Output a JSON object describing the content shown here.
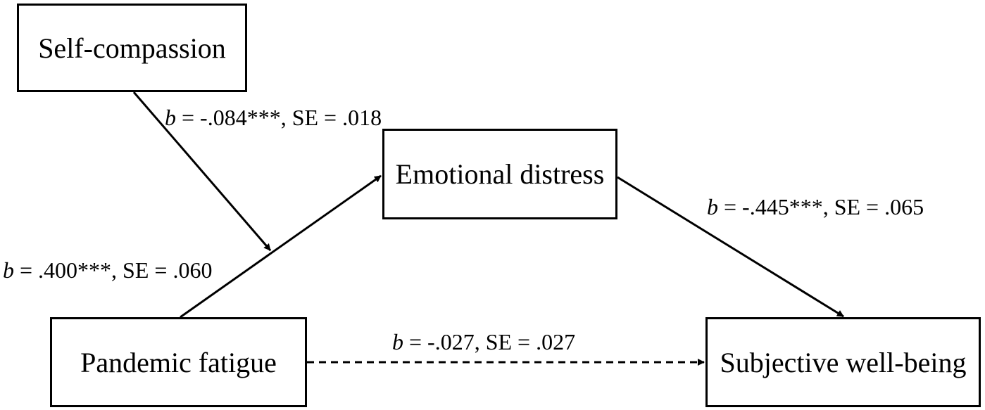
{
  "nodes": {
    "self_compassion": "Self-compassion",
    "emotional_distress": "Emotional distress",
    "pandemic_fatigue": "Pandemic fatigue",
    "subjective_well_being": "Subjective well-being"
  },
  "paths": {
    "moderation": {
      "b_symbol": "b",
      "text": " = -.084***, SE = .018"
    },
    "a_path": {
      "b_symbol": "b",
      "text": " = .400***, SE = .060"
    },
    "b_path": {
      "b_symbol": "b",
      "text": " = -.445***, SE = .065"
    },
    "direct": {
      "b_symbol": "b",
      "text": " = -.027, SE = .027",
      "line_style": "dashed"
    }
  },
  "colors": {
    "line": "#000000",
    "background": "#ffffff"
  }
}
